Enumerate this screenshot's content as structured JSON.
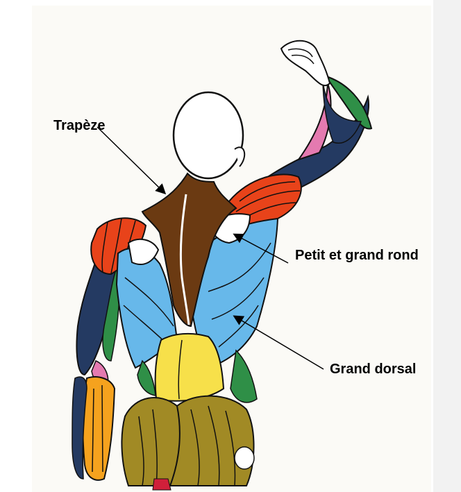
{
  "labels": {
    "trapeze": "Trapèze",
    "petit_grand_rond": "Petit et grand rond",
    "grand_dorsal": "Grand dorsal"
  },
  "colors": {
    "trapeze": "#6b3a12",
    "deltoid": "#e8431a",
    "dorsal": "#67b8ea",
    "lower_back": "#f7e04a",
    "glutes": "#a18a25",
    "arm_dark": "#243a62",
    "arm_green": "#2f8f47",
    "arm_pink": "#e47ab0",
    "forearm_orange": "#f5a21e",
    "outline": "#111111"
  }
}
